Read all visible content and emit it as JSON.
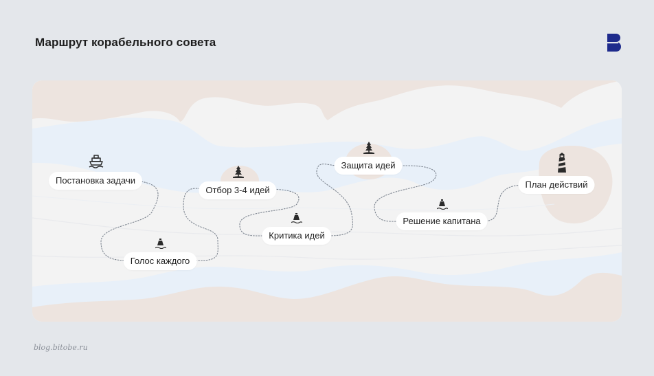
{
  "title": "Маршрут корабельного совета",
  "footer": "blog.bitobe.ru",
  "colors": {
    "background": "#e4e7eb",
    "water": "#e8f0f9",
    "land": "#f3f3f3",
    "island": "#ede4df",
    "brand": "#1e2b8c",
    "route": "#7d8590"
  },
  "stops": [
    {
      "label": "Постановка задачи",
      "icon": "ship-icon"
    },
    {
      "label": "Голос каждого",
      "icon": "buoy-icon"
    },
    {
      "label": "Отбор 3-4 идей",
      "icon": "tree-island-icon"
    },
    {
      "label": "Критика идей",
      "icon": "buoy-icon"
    },
    {
      "label": "Защита идей",
      "icon": "tree-island-icon"
    },
    {
      "label": "Решение капитана",
      "icon": "buoy-icon"
    },
    {
      "label": "План действий",
      "icon": "lighthouse-icon"
    }
  ]
}
